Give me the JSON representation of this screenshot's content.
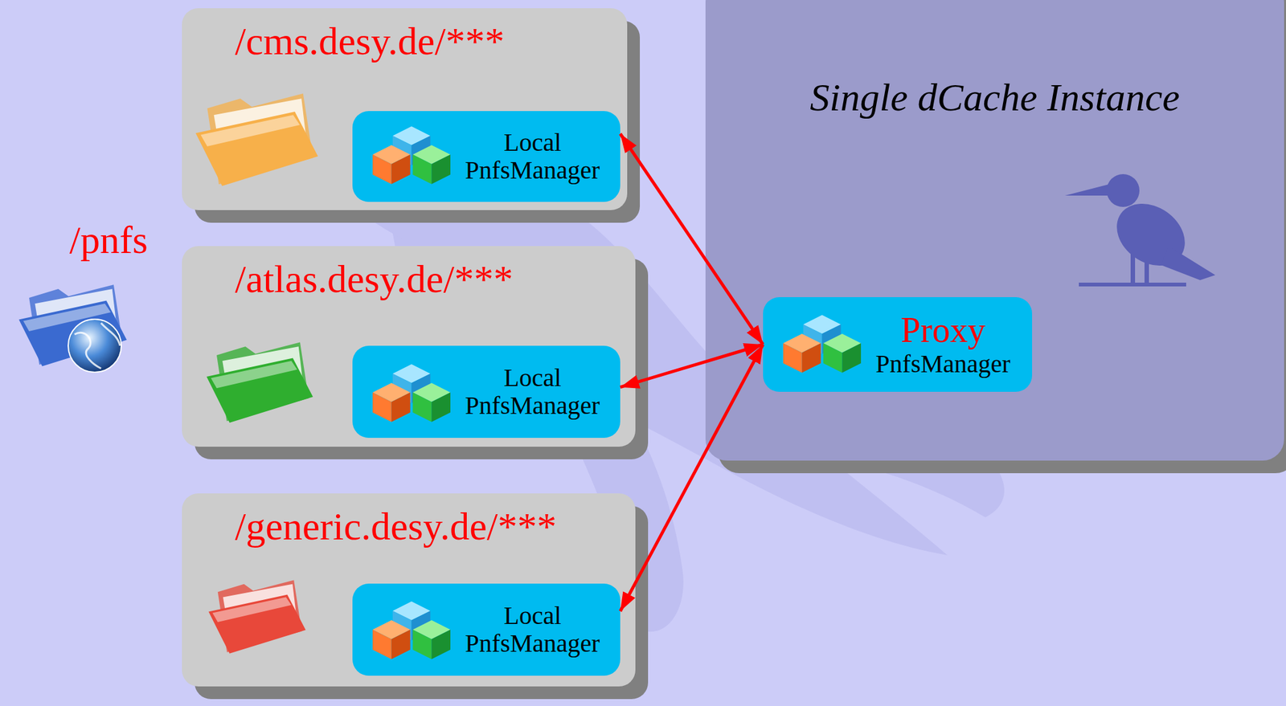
{
  "diagram": {
    "nodes": [
      {
        "text": [
          "/cms.desy.de/***"
        ]
      },
      {
        "text": [
          "Local PnfsManager"
        ],
        "in": 0
      },
      {
        "text": [
          "Single dCache Instance"
        ]
      },
      {
        "text": [
          "Proxy",
          "PnfsManager"
        ],
        "in": 2
      },
      {
        "text": [
          "/atlas.desy.de/***"
        ]
      },
      {
        "text": [
          "Local PnfsManager"
        ],
        "in": 4
      },
      {
        "text": [
          "/generic.desy.de/***"
        ]
      },
      {
        "text": [
          "Local PnfsManager"
        ],
        "in": 6
      }
    ],
    "edges": [
      {
        "from": 3,
        "to": 1,
        "arrow": "both"
      },
      {
        "from": 3,
        "to": 5,
        "arrow": "both"
      },
      {
        "from": 3,
        "to": 7,
        "arrow": "both"
      }
    ],
    "labels": [
      "/pnfs"
    ]
  }
}
